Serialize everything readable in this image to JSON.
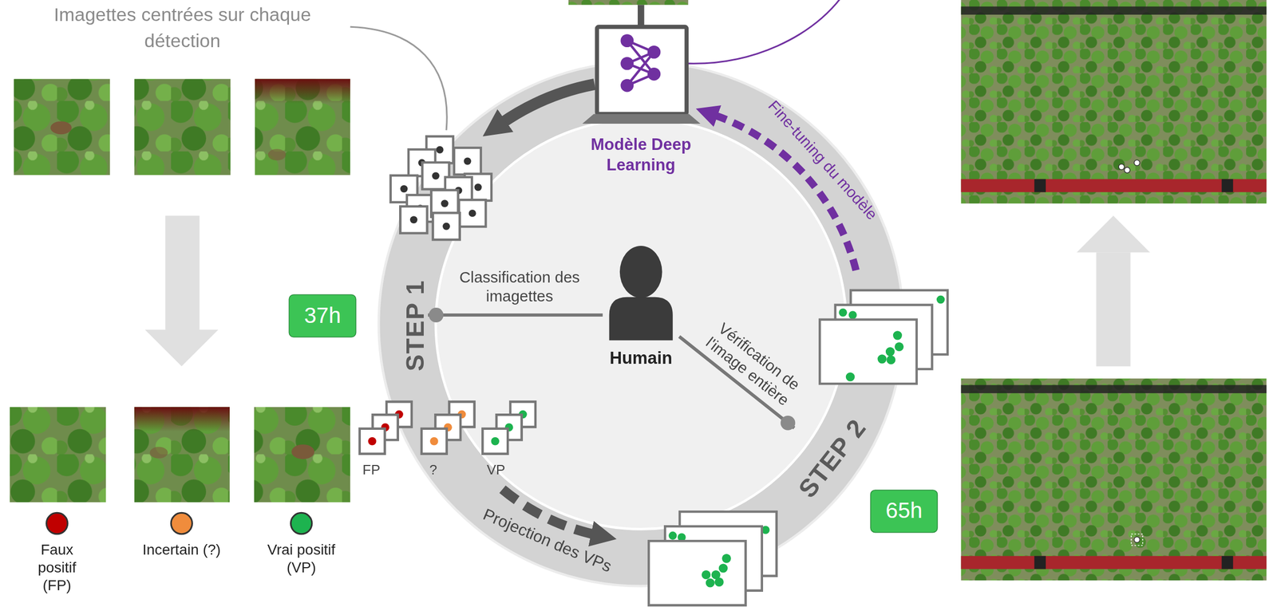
{
  "diagram": {
    "nodes": [
      {
        "text": [
          "Modèle Deep Learning"
        ]
      },
      {
        "text": [
          "37h"
        ]
      },
      {
        "text": [
          "STEP 1"
        ]
      },
      {
        "text": [
          "Humain"
        ]
      },
      {
        "text": [
          "STEP 2"
        ]
      },
      {
        "text": [
          "65h"
        ]
      }
    ],
    "edges": [
      {
        "from": 3,
        "to": 2,
        "arrow": "none",
        "label": "Classification des imagettes"
      },
      {
        "from": 3,
        "to": 4,
        "arrow": "none",
        "label": "Vérification de l'image entière"
      }
    ],
    "labels": [
      "Imagettes centrées sur chaque détection",
      "FP",
      "?",
      "VP",
      "Projection des VPs",
      "Fine-tuning du modèle"
    ],
    "legend": [
      {
        "text": "Faux positif (FP)",
        "color": "#c00000"
      },
      {
        "text": "Incertain (?)",
        "color": "#f08c3c"
      },
      {
        "text": "Vrai positif (VP)",
        "color": "#1db34f"
      }
    ]
  }
}
